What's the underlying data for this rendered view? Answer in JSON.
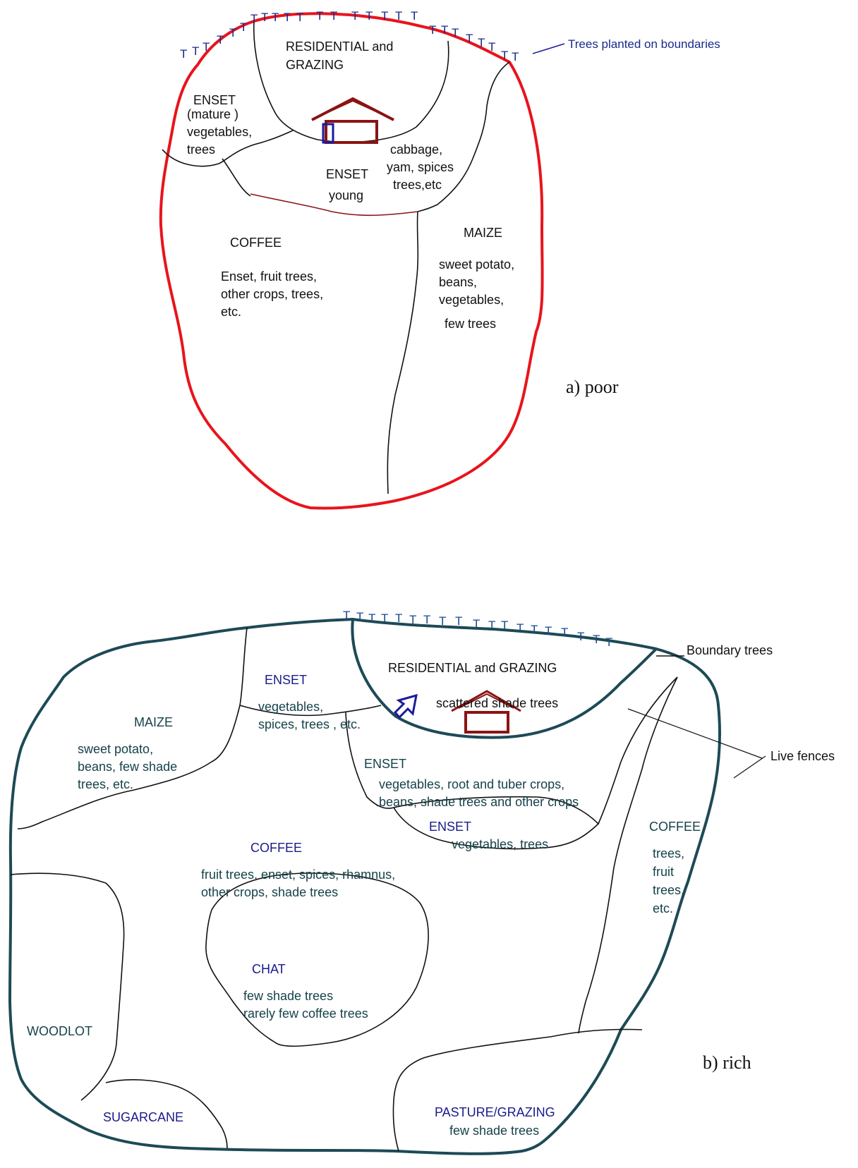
{
  "poor": {
    "caption": "a) poor",
    "boundary_note": "Trees planted on boundaries",
    "tree_glyph": "T",
    "zones": {
      "residential": [
        "RESIDENTIAL and",
        "GRAZING"
      ],
      "enset_mature": [
        "ENSET",
        "(mature )",
        "vegetables,",
        "trees"
      ],
      "cabbage": [
        "cabbage,",
        "yam, spices",
        "trees,etc"
      ],
      "enset_young": [
        "ENSET",
        "young"
      ],
      "coffee_title": "COFFEE",
      "coffee_body": [
        "Enset, fruit trees,",
        "other crops, trees,",
        "etc."
      ],
      "maize_title": "MAIZE",
      "maize_body": [
        "sweet potato,",
        "beans,",
        "vegetables,",
        "few trees"
      ]
    },
    "colors": {
      "boundary": "#e8141c",
      "house": "#8b1414",
      "door": "#1a1a9c"
    }
  },
  "rich": {
    "caption": "b) rich",
    "boundary_note": "Boundary trees",
    "live_fences": "Live fences",
    "tree_glyph": "T",
    "zones": {
      "residential": "RESIDENTIAL and GRAZING",
      "scattered": "scattered shade trees",
      "enset1_title": "ENSET",
      "enset1_body": [
        "vegetables,",
        "spices, trees , etc."
      ],
      "maize_title": "MAIZE",
      "maize_body": [
        "sweet potato,",
        "beans, few shade",
        "trees, etc."
      ],
      "enset2_title": "ENSET",
      "enset2_body": [
        "vegetables, root and tuber crops,",
        ".beans, shade trees and other crops"
      ],
      "enset3_title": "ENSET",
      "enset3_body": "vegetables, trees",
      "coffee_title": "COFFEE",
      "coffee_body": [
        "fruit trees, enset, spices, rhamnus,",
        "other crops, shade trees"
      ],
      "coffee2_title": "COFFEE",
      "coffee2_body": [
        "trees,",
        "fruit",
        "trees,",
        "etc."
      ],
      "chat_title": "CHAT",
      "chat_body": [
        "few shade trees",
        "rarely few coffee trees"
      ],
      "woodlot": "WOODLOT",
      "sugarcane": "SUGARCANE",
      "pasture_title": "PASTURE/GRAZING",
      "pasture_body": "few shade trees"
    },
    "colors": {
      "boundary": "#1d4a56",
      "house": "#8b1414",
      "arrow": "#1a1a9c"
    }
  }
}
